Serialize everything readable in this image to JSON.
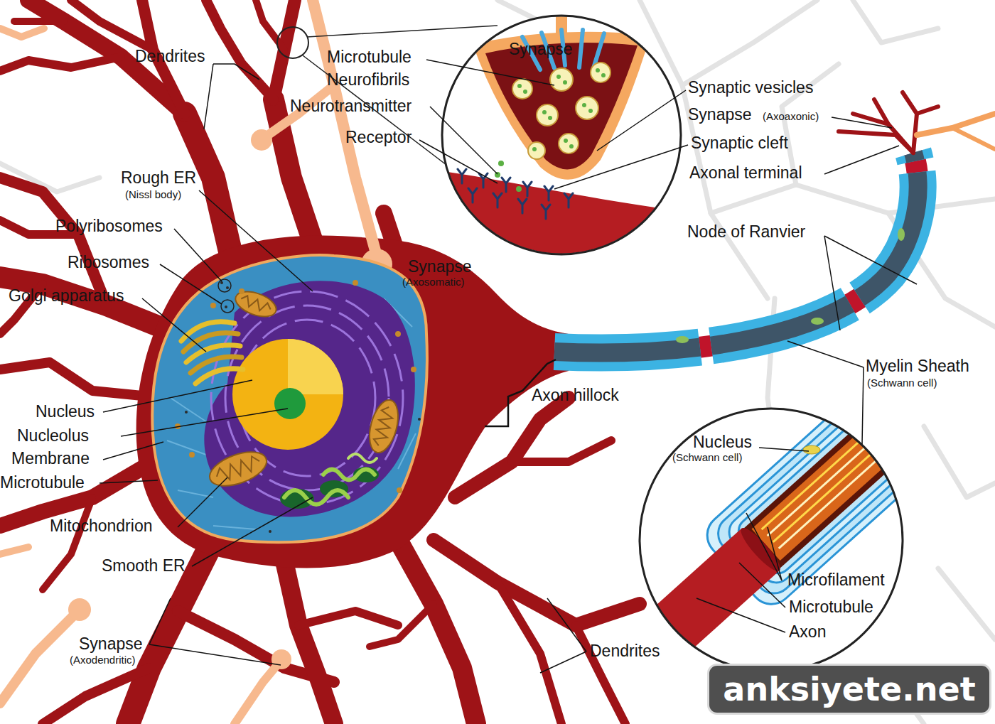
{
  "diagram": {
    "nodes": [
      {
        "text": [
          "anksiyete.net"
        ]
      }
    ],
    "labels": [
      "Dendrites",
      "Microtubule Neurofibrils",
      "Synapse",
      "Neurotransmitter",
      "Receptor",
      "Synaptic vesicles",
      "Synapse",
      "(Axoaxonic)",
      "Synaptic cleft",
      "Axonal terminal",
      "Rough ER",
      "(Nissl body)",
      "Polyribosomes",
      "Ribosomes",
      "Golgi apparatus",
      "Synapse",
      "(Axosomatic)",
      "Node of Ranvier",
      "Myelin Sheath",
      "(Schwann cell)",
      "Axon hillock",
      "Nucleus",
      "Nucleolus",
      "Membrane",
      "Microtubule",
      "Mitochondrion",
      "Nucleus",
      "(Schwann cell)",
      "Smooth ER",
      "Microfilament",
      "Microtubule",
      "Axon",
      "Synapse",
      "(Axodendritic)",
      "Dendrites"
    ]
  }
}
